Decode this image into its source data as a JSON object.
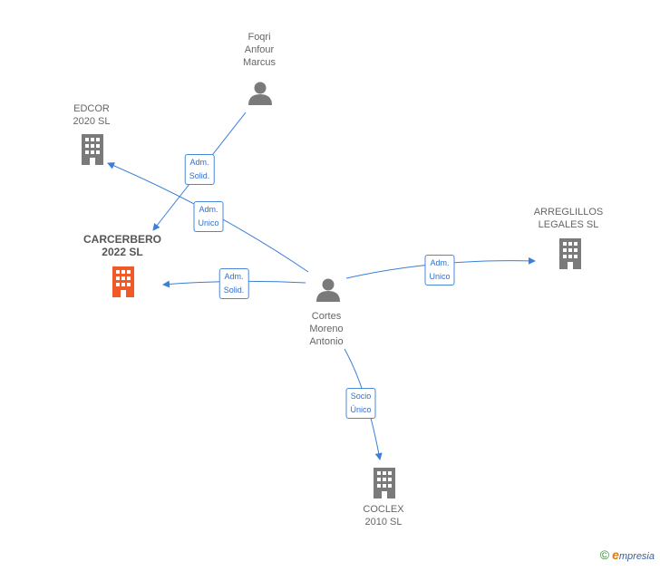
{
  "nodes": {
    "foqri": {
      "lines": [
        "Foqri",
        "Anfour",
        "Marcus"
      ],
      "type": "person"
    },
    "edcor": {
      "lines": [
        "EDCOR",
        "2020  SL"
      ],
      "type": "company"
    },
    "carcerbero": {
      "lines": [
        "CARCERBERO",
        "2022  SL"
      ],
      "type": "company-main"
    },
    "arreglillos": {
      "lines": [
        "ARREGLILLOS",
        "LEGALES  SL"
      ],
      "type": "company"
    },
    "cortes": {
      "lines": [
        "Cortes",
        "Moreno",
        "Antonio"
      ],
      "type": "person"
    },
    "coclex": {
      "lines": [
        "COCLEX",
        "2010 SL"
      ],
      "type": "company"
    }
  },
  "edges": {
    "foqri_carcerbero": [
      "Adm.",
      "Solid."
    ],
    "cortes_edcor": [
      "Adm.",
      "Unico"
    ],
    "cortes_carcerbero": [
      "Adm.",
      "Solid."
    ],
    "cortes_arreglillos": [
      "Adm.",
      "Unico"
    ],
    "cortes_coclex": [
      "Socio",
      "Único"
    ]
  },
  "colors": {
    "edge": "#3a7fd8",
    "company": "#7a7a7a",
    "company_main": "#f05a28",
    "person": "#7a7a7a"
  },
  "footer": {
    "copyright": "©",
    "brand_initial": "e",
    "brand_rest": "mpresia"
  }
}
